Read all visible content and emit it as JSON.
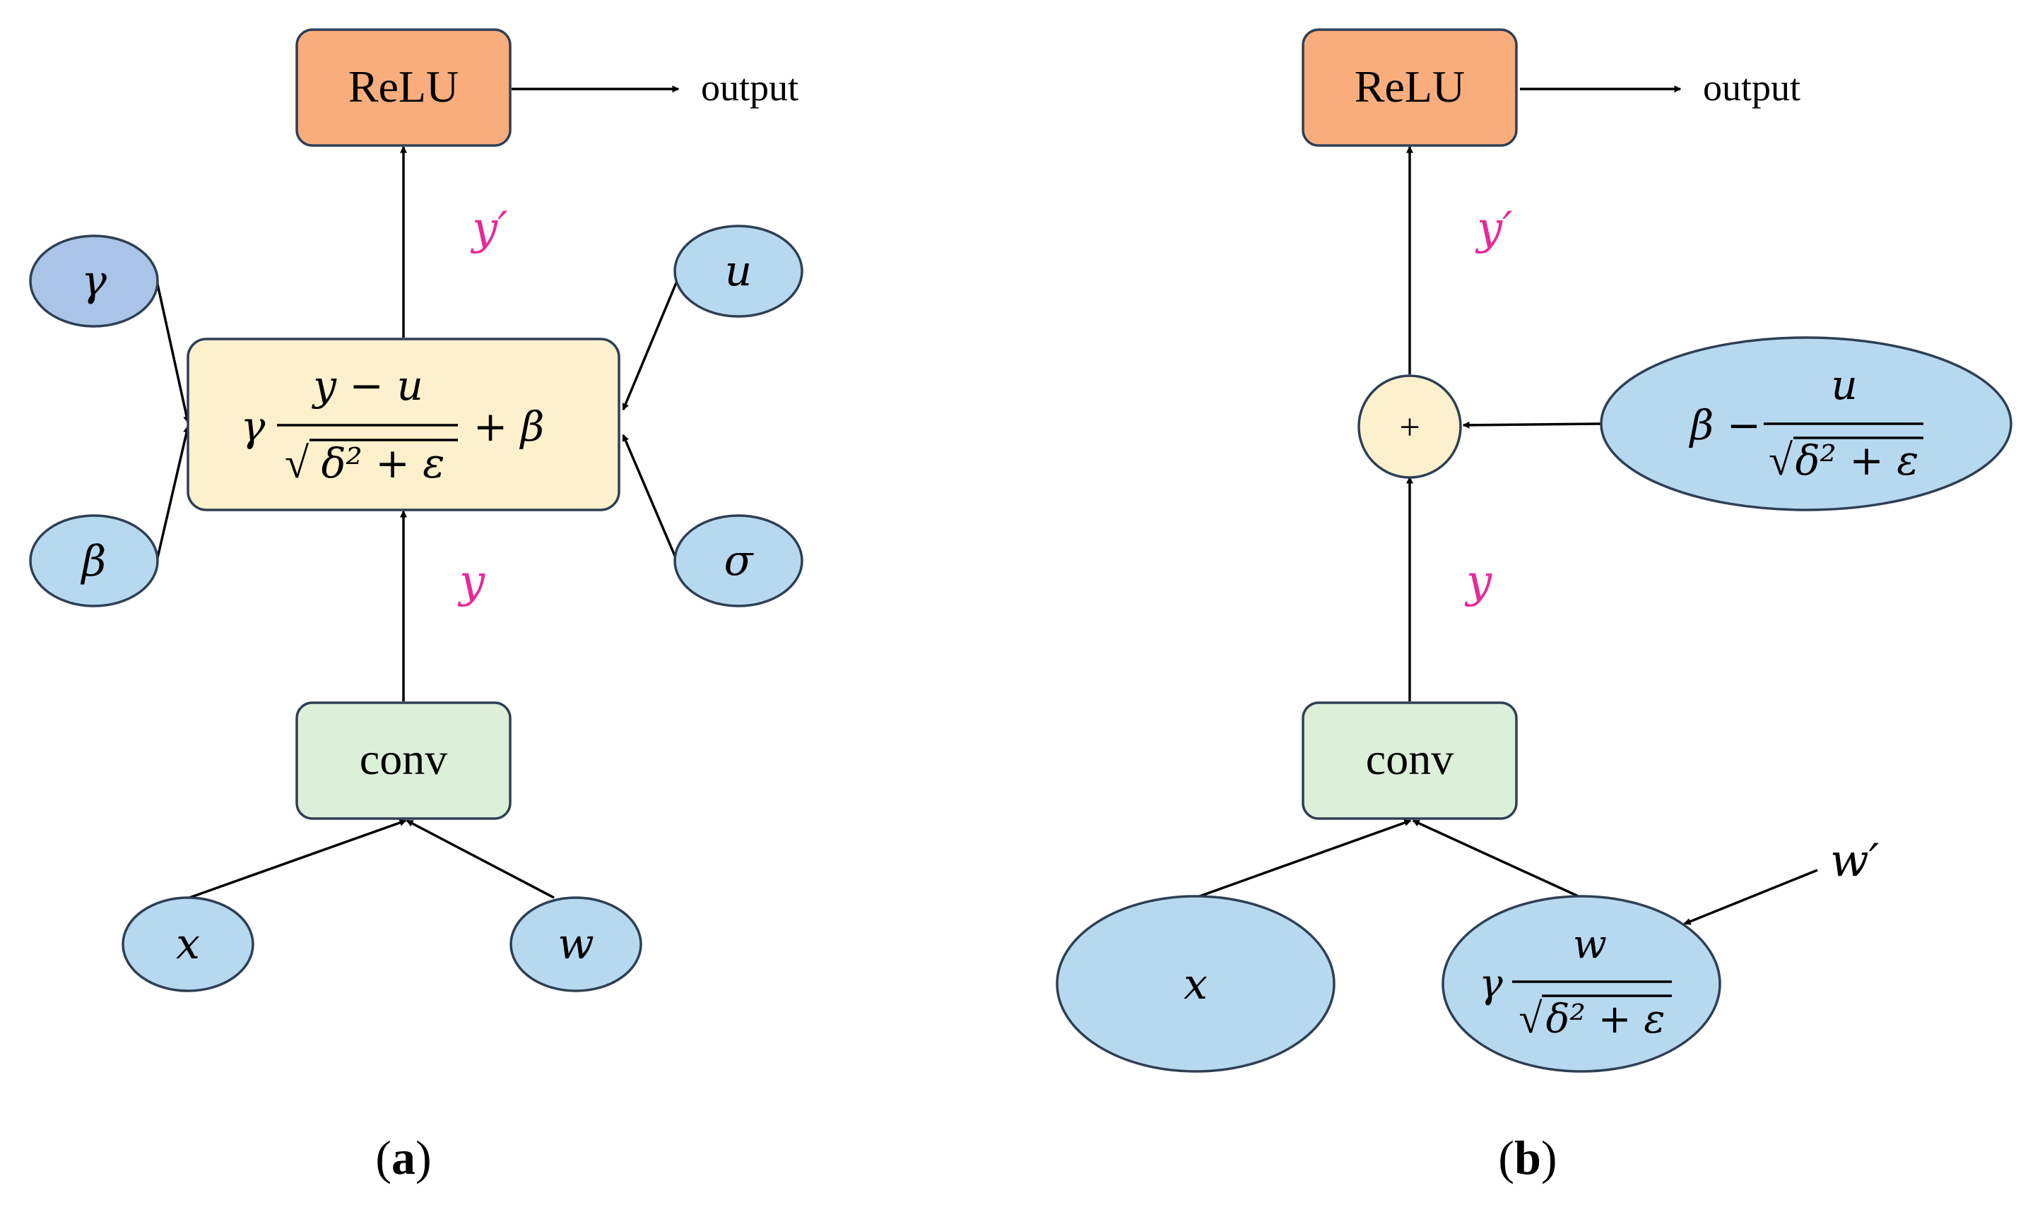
{
  "colors": {
    "relu_fill": "#f9ad7c",
    "conv_fill": "#dcefd8",
    "bn_fill": "#fdf0cc",
    "param_fill": "#b7d9f0",
    "gamma_fill": "#a9c4e6",
    "stroke": "#2e3f55",
    "signal_label": "#e6299a",
    "arrow": "#000000"
  },
  "panel_a": {
    "caption": {
      "open": "(",
      "letter": "a",
      "close": ")"
    },
    "relu_label": "ReLU",
    "output_label": "output",
    "conv_label": "conv",
    "y_prime_label": "y′",
    "y_label": "y",
    "bn_formula": {
      "gamma": "γ",
      "numerator": "y − u",
      "sqrt_symbol": "√",
      "denominator": "δ² + ε",
      "plus_beta": "+ β"
    },
    "params": {
      "gamma": "γ",
      "beta": "β",
      "u": "u",
      "sigma": "σ",
      "x": "x",
      "w": "w"
    }
  },
  "panel_b": {
    "caption": {
      "open": "(",
      "letter": "b",
      "close": ")"
    },
    "relu_label": "ReLU",
    "output_label": "output",
    "conv_label": "conv",
    "y_prime_label": "y′",
    "y_label": "y",
    "add_label": "+",
    "bias_formula": {
      "beta_minus": "β −",
      "numerator": "u",
      "sqrt_symbol": "√",
      "denominator": "δ² + ε"
    },
    "x_label": "x",
    "weight_formula": {
      "gamma": "γ",
      "numerator": "w",
      "sqrt_symbol": "√",
      "denominator": "δ² + ε"
    },
    "w_prime_label": "w′"
  }
}
